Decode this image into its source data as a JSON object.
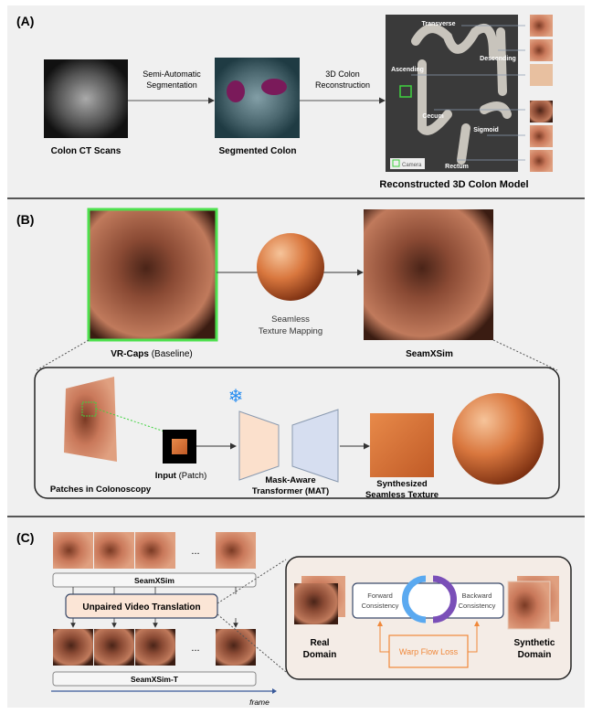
{
  "panelA": {
    "label": "(A)",
    "ct_caption": "Colon CT Scans",
    "arrow1_label": [
      "Semi-Automatic",
      "Segmentation"
    ],
    "seg_caption": "Segmented Colon",
    "arrow2_label": [
      "3D Colon",
      "Reconstruction"
    ],
    "model_caption": "Reconstructed 3D Colon Model",
    "segments": [
      "Transverse",
      "Descending",
      "Ascending",
      "Cecum",
      "Sigmoid",
      "Rectum"
    ],
    "camera_legend": "Camera"
  },
  "panelB": {
    "label": "(B)",
    "baseline_caption_bold": "VR-Caps",
    "baseline_caption_rest": " (Baseline)",
    "mapping_label": [
      "Seamless",
      "Texture Mapping"
    ],
    "result_caption": "SeamXSim",
    "patches_caption": "Patches in Colonoscopy",
    "input_caption_bold": "Input",
    "input_caption_rest": " (Patch)",
    "mat_label": [
      "Mask-Aware",
      "Transformer (MAT)"
    ],
    "texture_label": [
      "Synthesized",
      "Seamless Texture"
    ],
    "frozen_icon": "snowflake-icon"
  },
  "panelC": {
    "label": "(C)",
    "ellipsis": "...",
    "top_bar": "SeamXSim",
    "translation": "Unpaired Video Translation",
    "bottom_bar": "SeamXSim-T",
    "axis_label": "frame",
    "forward": [
      "Forward",
      "Consistency"
    ],
    "backward": [
      "Backward",
      "Consistency"
    ],
    "warp_loss": "Warp Flow Loss",
    "real_domain": [
      "Real",
      "Domain"
    ],
    "synthetic_domain": [
      "Synthetic",
      "Domain"
    ]
  },
  "colors": {
    "panel_bg": "#f0f0f0",
    "translation_fill": "#fbe5d6",
    "warp_orange": "#f0883a",
    "cycle_blue": "#5aa9f0",
    "cycle_purple": "#7a4fb8",
    "camera_green": "#3fd23f"
  }
}
